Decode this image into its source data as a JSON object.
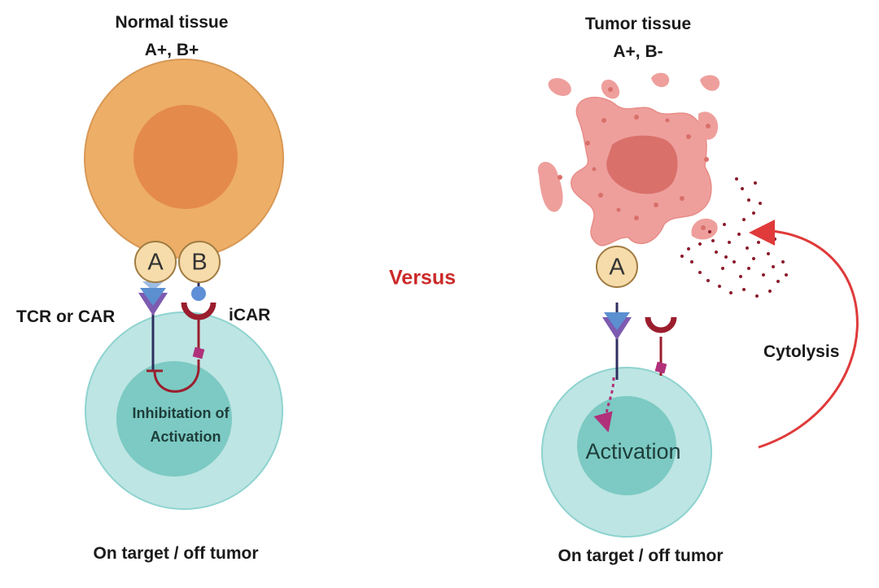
{
  "left_panel": {
    "title": "Normal tissue",
    "antigens": "A+, B+",
    "antigen_a": "A",
    "antigen_b": "B",
    "receptor_label": "TCR or CAR",
    "icar_label": "iCAR",
    "inhibition_line1": "Inhibitation of",
    "inhibition_line2": "Activation",
    "footer": "On target / off tumor"
  },
  "right_panel": {
    "title": "Tumor tissue",
    "antigens": "A+, B-",
    "antigen_a": "A",
    "activation_label": "Activation",
    "cytolysis_label": "Cytolysis",
    "footer": "On target / off tumor"
  },
  "versus_label": "Versus",
  "colors": {
    "normal_cell": "#edae67",
    "normal_nucleus": "#e48a4b",
    "antigen_fill": "#f6dcaa",
    "tcell": "#bde5e3",
    "tcell_nucleus": "#7ccac3",
    "tumor": "#ee9f9c",
    "tumor_nucleus": "#d9706a",
    "tcr": "#7d5bb0",
    "icar": "#9b1e2e",
    "signal": "#b0307a",
    "arrow": "#e03a3a",
    "versus": "#cc2a2a"
  }
}
